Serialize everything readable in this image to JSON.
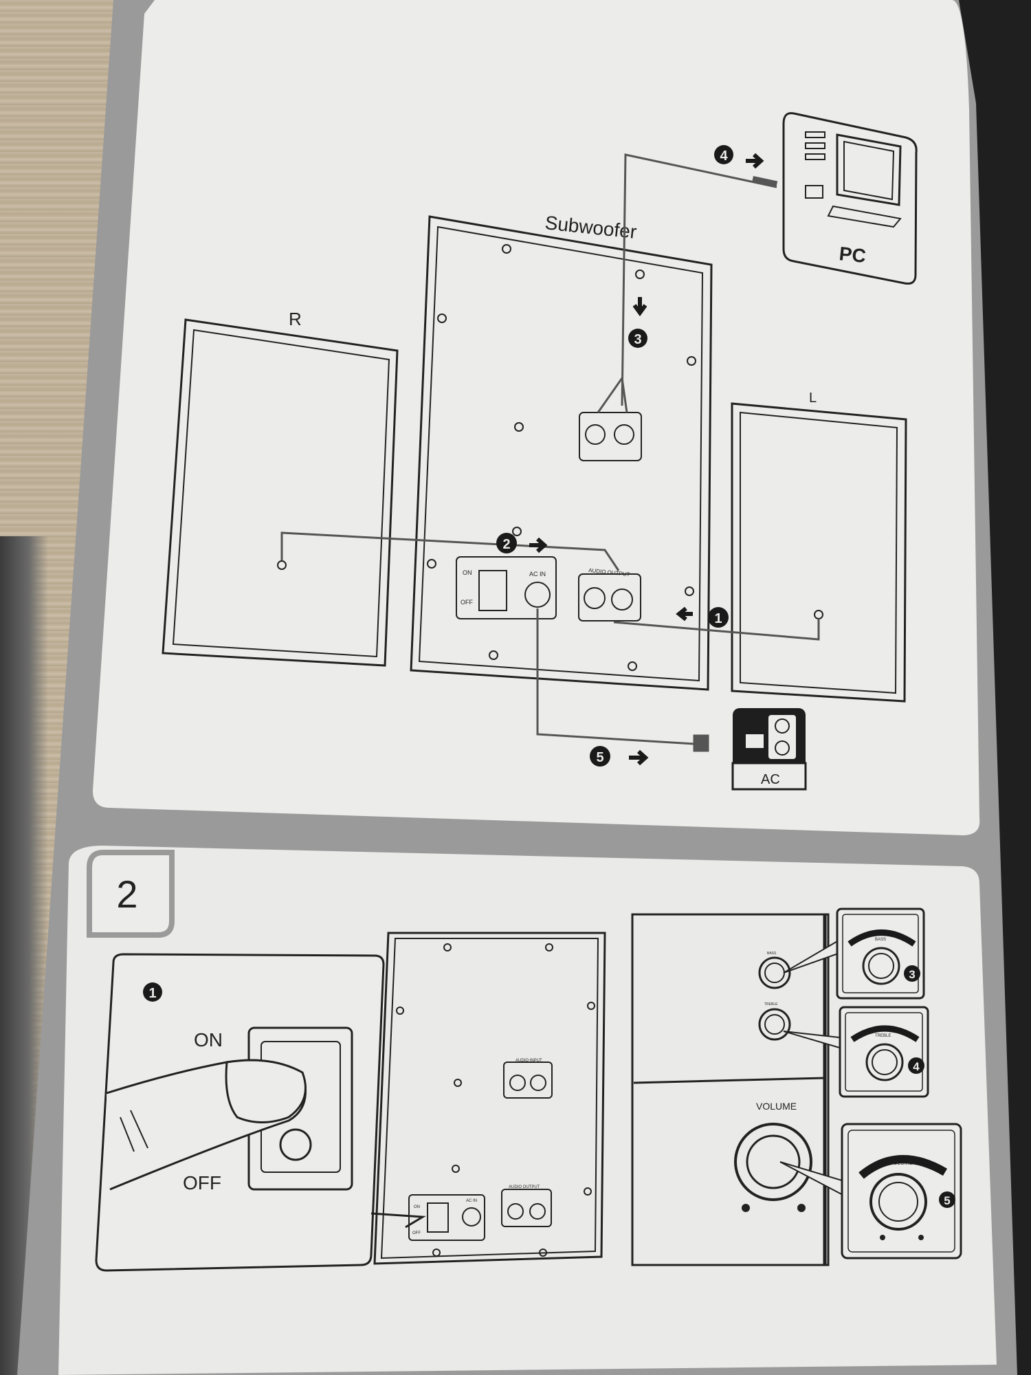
{
  "panel1": {
    "labels": {
      "subwoofer": "Subwoofer",
      "pc": "PC",
      "right_speaker": "R",
      "left_speaker": "L",
      "ac": "AC",
      "on": "ON",
      "off": "OFF",
      "ac_in": "AC IN",
      "audio_output": "AUDIO OUTPUT"
    },
    "steps": [
      "1",
      "2",
      "3",
      "4",
      "5"
    ]
  },
  "panel2": {
    "section_number": "2",
    "step1": "1",
    "on_label": "ON",
    "off_label": "OFF",
    "rear_labels": {
      "audio_input": "AUDIO INPUT",
      "audio_output": "AUDIO OUTPUT",
      "ac_in": "AC IN",
      "on": "ON",
      "off": "OFF"
    },
    "knobs": {
      "bass": "BASS",
      "treble": "TREBLE",
      "volume": "VOLUME",
      "volume_zoom": "VOLUME"
    },
    "knob_steps": [
      "3",
      "4",
      "5"
    ]
  }
}
